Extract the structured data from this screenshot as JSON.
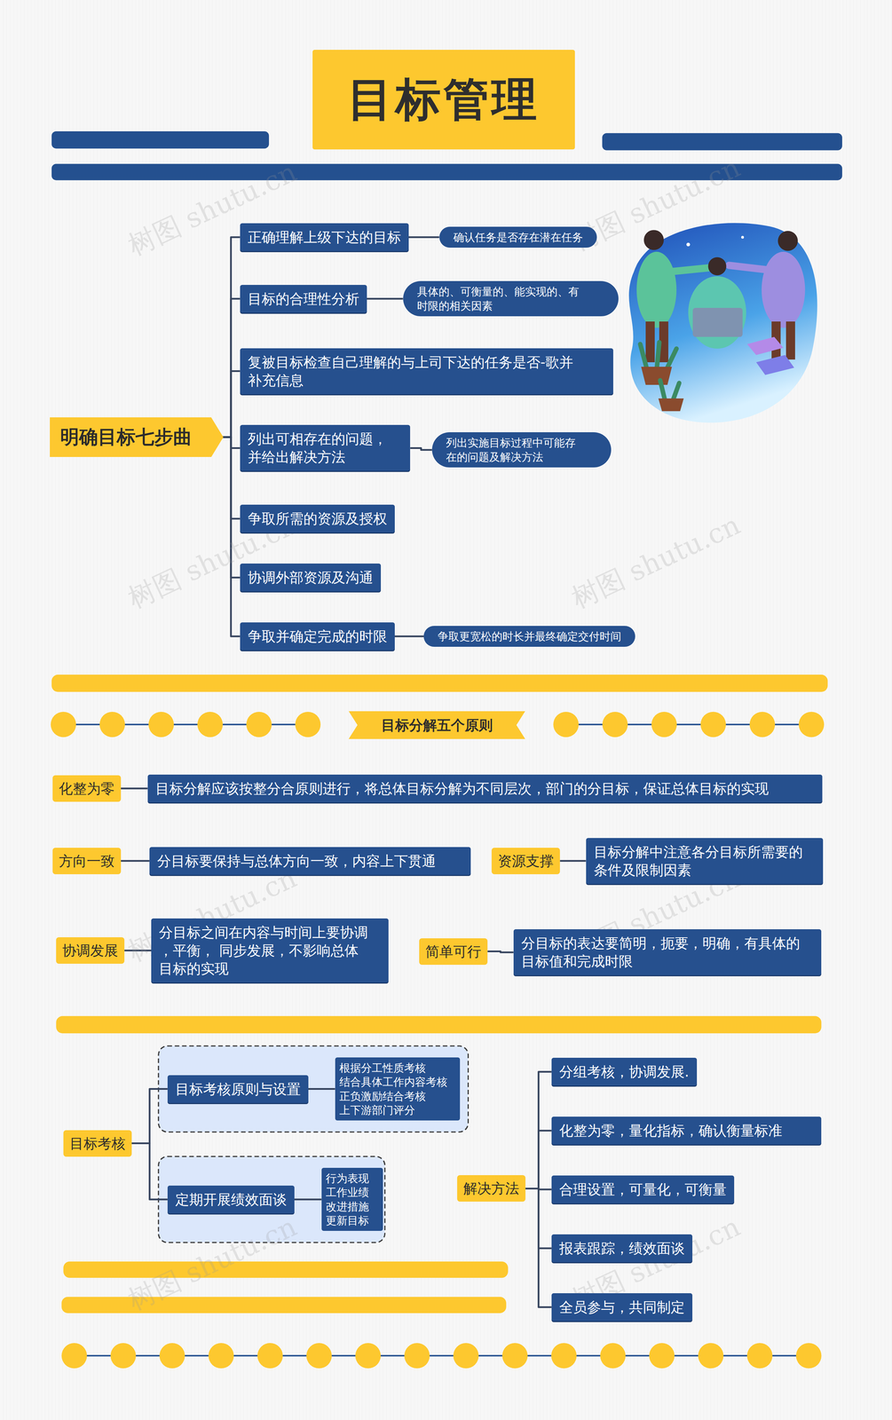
{
  "diagram": {
    "title": "目标管理",
    "nodes": [
      {
        "text": [
          "明确目标七步曲"
        ]
      },
      {
        "text": [
          "正确理解上级下达的目标"
        ]
      },
      {
        "text": [
          "确认任务是否存在潜在任务"
        ]
      },
      {
        "text": [
          "目标的合理性分析"
        ]
      },
      {
        "text": [
          "具体的、可衡量的、能实现的、有 时限的相关因素"
        ]
      },
      {
        "text": [
          "复被目标检查自己理解的与上司下达的任务是否-歌并 补充信息"
        ]
      },
      {
        "text": [
          "列出可相存在的问题， 并给出解决方法"
        ]
      },
      {
        "text": [
          "列出实施目标过程中可能存 在的问题及解决方法"
        ]
      },
      {
        "text": [
          "争取所需的资源及授权"
        ]
      },
      {
        "text": [
          "协调外部资源及沟通"
        ]
      },
      {
        "text": [
          "争取并确定完成的时限"
        ]
      },
      {
        "text": [
          "争取更宽松的时长并最终确定交付时间"
        ]
      },
      {
        "text": [
          "目标分解五个原则"
        ]
      },
      {
        "text": [
          "化整为零"
        ]
      },
      {
        "text": [
          "目标分解应该按整分合原则进行，将总体目标分解为不同层次，部门的分目标，保证总体目标的实现"
        ]
      },
      {
        "text": [
          "方向一致"
        ]
      },
      {
        "text": [
          "分目标要保持与总体方向一致，内容上下贯通"
        ]
      },
      {
        "text": [
          "资源支撑"
        ]
      },
      {
        "text": [
          "目标分解中注意各分目标所需要的 条件及限制因素"
        ]
      },
      {
        "text": [
          "协调发展"
        ]
      },
      {
        "text": [
          "分目标之间在内容与时间上要协调 ，平衡， 同步发展，不影响总体 目标的实现"
        ]
      },
      {
        "text": [
          "简单可行"
        ]
      },
      {
        "text": [
          "分目标的表达要简明，扼要，明确，有具体的 目标值和完成时限"
        ]
      },
      {
        "text": [
          "目标考核"
        ]
      },
      {
        "text": [
          "目标考核原则与设置"
        ]
      },
      {
        "text": [
          "根据分工性质考核 结合具体工作内容考核 正负激励结合考核 上下游部门评分"
        ]
      },
      {
        "text": [
          "定期开展绩效面谈"
        ]
      },
      {
        "text": [
          "行为表现 工作业绩 改进措施 更新目标"
        ]
      },
      {
        "text": [
          "解决方法"
        ]
      },
      {
        "text": [
          "分组考核，协调发展."
        ]
      },
      {
        "text": [
          "化整为零，量化指标，确认衡量标准"
        ]
      },
      {
        "text": [
          "合理设置，可量化，可衡量"
        ]
      },
      {
        "text": [
          "报表跟踪，绩效面谈"
        ]
      },
      {
        "text": [
          "全员参与，共同制定"
        ]
      }
    ],
    "edges": [
      {
        "from": 0,
        "to": 1,
        "arrow": "none"
      },
      {
        "from": 0,
        "to": 3,
        "arrow": "none"
      },
      {
        "from": 0,
        "to": 5,
        "arrow": "none"
      },
      {
        "from": 0,
        "to": 6,
        "arrow": "none"
      },
      {
        "from": 0,
        "to": 8,
        "arrow": "none"
      },
      {
        "from": 0,
        "to": 9,
        "arrow": "none"
      },
      {
        "from": 0,
        "to": 10,
        "arrow": "none"
      },
      {
        "from": 1,
        "to": 2,
        "arrow": "none"
      },
      {
        "from": 3,
        "to": 4,
        "arrow": "none"
      },
      {
        "from": 6,
        "to": 7,
        "arrow": "none"
      },
      {
        "from": 10,
        "to": 11,
        "arrow": "none"
      },
      {
        "from": 13,
        "to": 14,
        "arrow": "none"
      },
      {
        "from": 15,
        "to": 16,
        "arrow": "none"
      },
      {
        "from": 17,
        "to": 18,
        "arrow": "none"
      },
      {
        "from": 19,
        "to": 20,
        "arrow": "none"
      },
      {
        "from": 21,
        "to": 22,
        "arrow": "none"
      },
      {
        "from": 23,
        "to": 24,
        "arrow": "none"
      },
      {
        "from": 23,
        "to": 26,
        "arrow": "none"
      },
      {
        "from": 24,
        "to": 25,
        "arrow": "none"
      },
      {
        "from": 26,
        "to": 27,
        "arrow": "none"
      },
      {
        "from": 28,
        "to": 29,
        "arrow": "none"
      },
      {
        "from": 28,
        "to": 30,
        "arrow": "none"
      },
      {
        "from": 28,
        "to": 31,
        "arrow": "none"
      },
      {
        "from": 28,
        "to": 32,
        "arrow": "none"
      },
      {
        "from": 28,
        "to": 33,
        "arrow": "none"
      }
    ],
    "labels": [
      "树图 shutu.cn",
      "树图 shutu.cn",
      "树图 shutu.cn",
      "树图 shutu.cn",
      "树图 shutu.cn",
      "树图 shutu.cn",
      "树图 shutu.cn",
      "树图 shutu.cn"
    ]
  }
}
